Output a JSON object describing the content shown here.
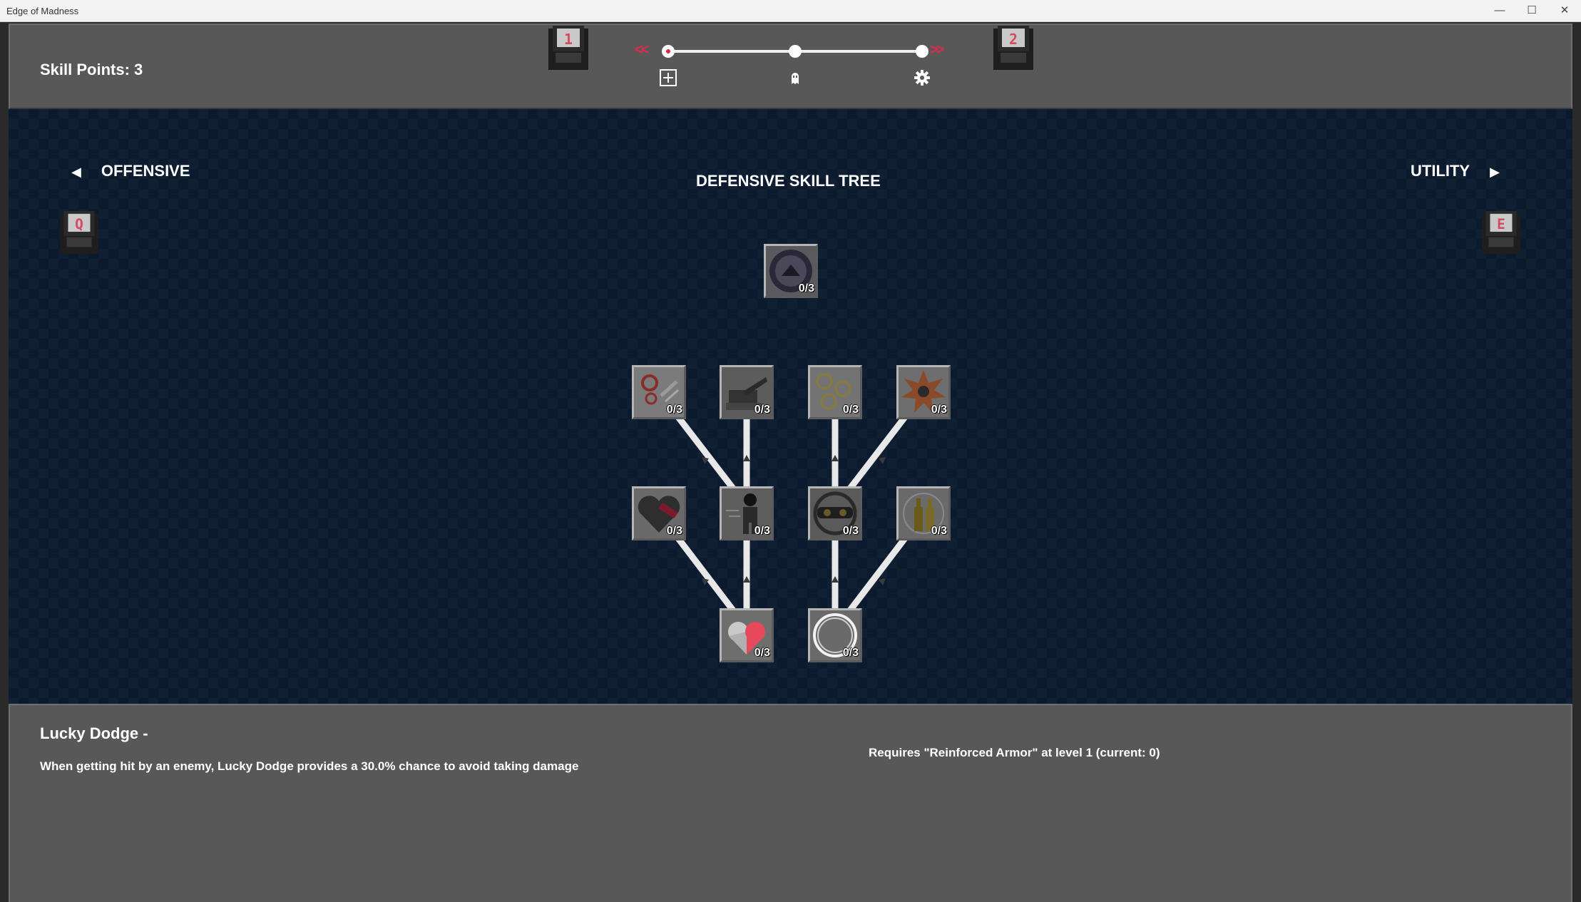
{
  "window": {
    "title": "Edge of Madness",
    "minimize_glyph": "—",
    "maximize_glyph": "☐",
    "close_glyph": "✕"
  },
  "header": {
    "skill_points": "Skill Points: 3",
    "loadout_keys": [
      "1",
      "2"
    ],
    "slider": {
      "left_arrow": "<<",
      "right_arrow": ">>",
      "stops": 3,
      "selected_index": 0,
      "stop_icons": [
        "plus-box-icon",
        "ghost-icon",
        "gear-icon"
      ]
    }
  },
  "tree": {
    "title": "DEFENSIVE SKILL TREE",
    "prev_label": "OFFENSIVE",
    "next_label": "UTILITY",
    "prev_arrow": "◀",
    "next_arrow": "▶",
    "prev_key": "Q",
    "next_key": "E",
    "nodes": [
      {
        "id": "root",
        "level": "0/3",
        "icon": "helmet-icon"
      },
      {
        "id": "r1c1",
        "level": "0/3",
        "icon": "gears-icon"
      },
      {
        "id": "r1c2",
        "level": "0/3",
        "icon": "turret-icon"
      },
      {
        "id": "r1c3",
        "level": "0/3",
        "icon": "coins-icon"
      },
      {
        "id": "r1c4",
        "level": "0/3",
        "icon": "explosion-icon"
      },
      {
        "id": "r2c1",
        "level": "0/3",
        "icon": "broken-heart-icon"
      },
      {
        "id": "r2c2",
        "level": "0/3",
        "icon": "dash-icon"
      },
      {
        "id": "r2c3",
        "level": "0/3",
        "icon": "goggles-icon"
      },
      {
        "id": "r2c4",
        "level": "0/3",
        "icon": "bottles-icon"
      },
      {
        "id": "r3c1",
        "level": "0/3",
        "icon": "heart-armor-icon"
      },
      {
        "id": "r3c2",
        "level": "0/3",
        "icon": "shield-ring-icon"
      }
    ]
  },
  "details": {
    "name": "Lucky Dodge  -",
    "description": "When getting hit by an enemy, Lucky Dodge provides a 30.0% chance to avoid taking damage",
    "requirement": "Requires \"Reinforced Armor\" at level 1 (current: 0)"
  },
  "colors": {
    "accent_red": "#e0294c",
    "panel_gray": "#585858",
    "tree_bg": "#0b1a2e"
  }
}
